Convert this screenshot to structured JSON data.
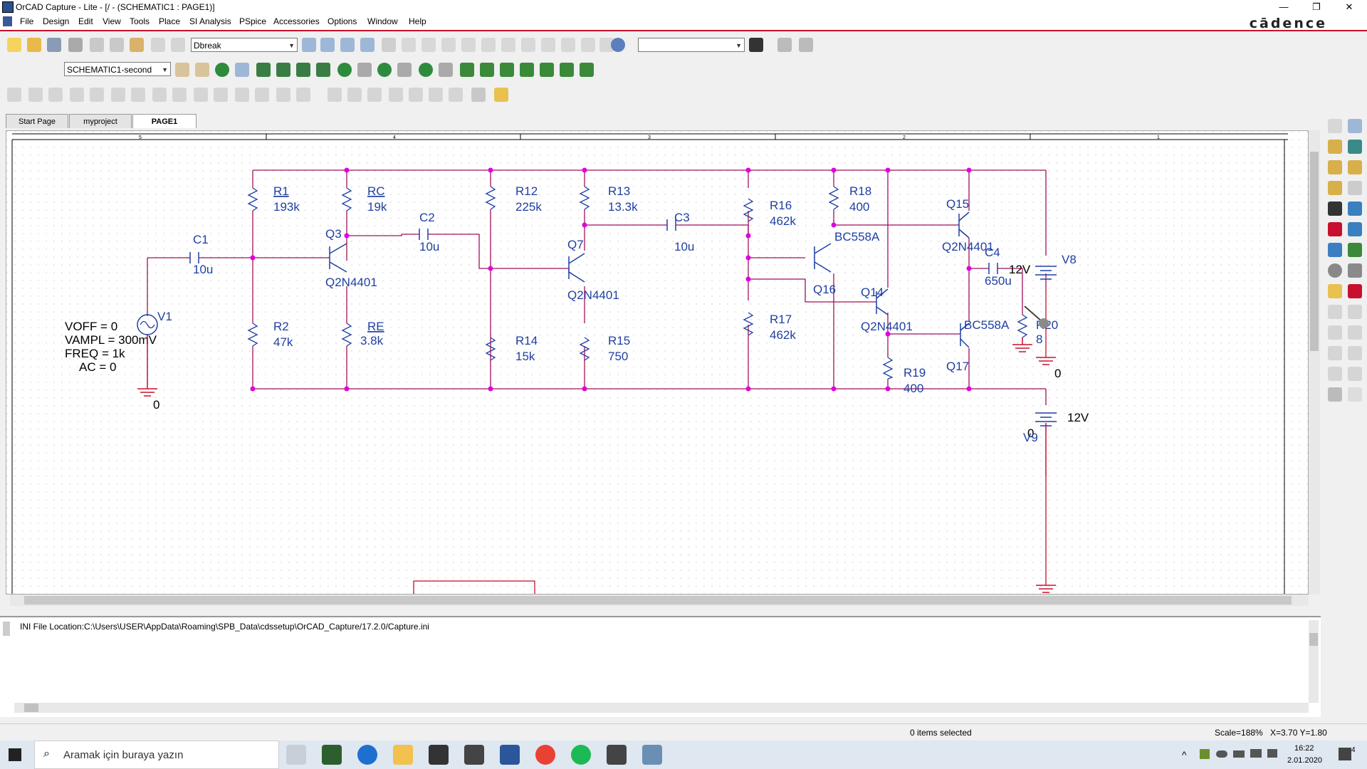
{
  "window": {
    "title": "OrCAD Capture - Lite - [/ - (SCHEMATIC1 : PAGE1)]",
    "brand": "cādence",
    "controls": {
      "minimize": "—",
      "restore": "❐",
      "close": "✕"
    }
  },
  "menu": [
    "File",
    "Design",
    "Edit",
    "View",
    "Tools",
    "Place",
    "SI Analysis",
    "PSpice",
    "Accessories",
    "Options",
    "Window",
    "Help"
  ],
  "toolbar": {
    "part_combo": "Dbreak",
    "search_combo": "",
    "sim_profile": "SCHEMATIC1-second"
  },
  "tabs": [
    {
      "label": "Start Page"
    },
    {
      "label": "myproject"
    },
    {
      "label": "PAGE1"
    }
  ],
  "ruler": [
    "5",
    "4",
    "3",
    "2",
    "1"
  ],
  "schematic": {
    "source": {
      "ref": "V1",
      "params": [
        "VOFF = 0",
        "VAMPL = 300mV",
        "FREQ = 1k",
        "AC = 0"
      ]
    },
    "ground": "0",
    "resistors": [
      {
        "ref": "R1",
        "value": "193k"
      },
      {
        "ref": "RC",
        "value": "19k"
      },
      {
        "ref": "R2",
        "value": "47k"
      },
      {
        "ref": "RE",
        "value": "3.8k"
      },
      {
        "ref": "R12",
        "value": "225k"
      },
      {
        "ref": "R13",
        "value": "13.3k"
      },
      {
        "ref": "R14",
        "value": "15k"
      },
      {
        "ref": "R15",
        "value": "750"
      },
      {
        "ref": "R16",
        "value": "462k"
      },
      {
        "ref": "R17",
        "value": "462k"
      },
      {
        "ref": "R18",
        "value": "400"
      },
      {
        "ref": "R19",
        "value": "400"
      },
      {
        "ref": "R20",
        "value": "8"
      }
    ],
    "capacitors": [
      {
        "ref": "C1",
        "value": "10u"
      },
      {
        "ref": "C2",
        "value": "10u"
      },
      {
        "ref": "C3",
        "value": "10u"
      },
      {
        "ref": "C4",
        "value": "650u"
      }
    ],
    "transistors": [
      {
        "ref": "Q3",
        "model": "Q2N4401"
      },
      {
        "ref": "Q7",
        "model": "Q2N4401"
      },
      {
        "ref": "Q16",
        "model": "BC558A"
      },
      {
        "ref": "Q14",
        "model": "Q2N4401"
      },
      {
        "ref": "Q15",
        "model": "Q2N4401"
      },
      {
        "ref": "Q17",
        "model": "BC558A"
      }
    ],
    "supplies": [
      {
        "ref": "V8",
        "value": "12V"
      },
      {
        "ref": "V9",
        "value": "12V"
      }
    ]
  },
  "output": {
    "line": "INI File Location:C:\\Users\\USER\\AppData\\Roaming\\SPB_Data\\cdssetup\\OrCAD_Capture/17.2.0/Capture.ini"
  },
  "status": {
    "selection": "0 items selected",
    "scale": "Scale=188%",
    "coords": "X=3.70  Y=1.80"
  },
  "taskbar": {
    "search_placeholder": "Aramak için buraya yazın",
    "time": "16:22",
    "date": "2.01.2020",
    "notifications": "4"
  },
  "colors": {
    "wire": "#a0105a",
    "junction": "#e000e0",
    "component": "#1f3fa3",
    "menu_accent": "#c8102e"
  }
}
